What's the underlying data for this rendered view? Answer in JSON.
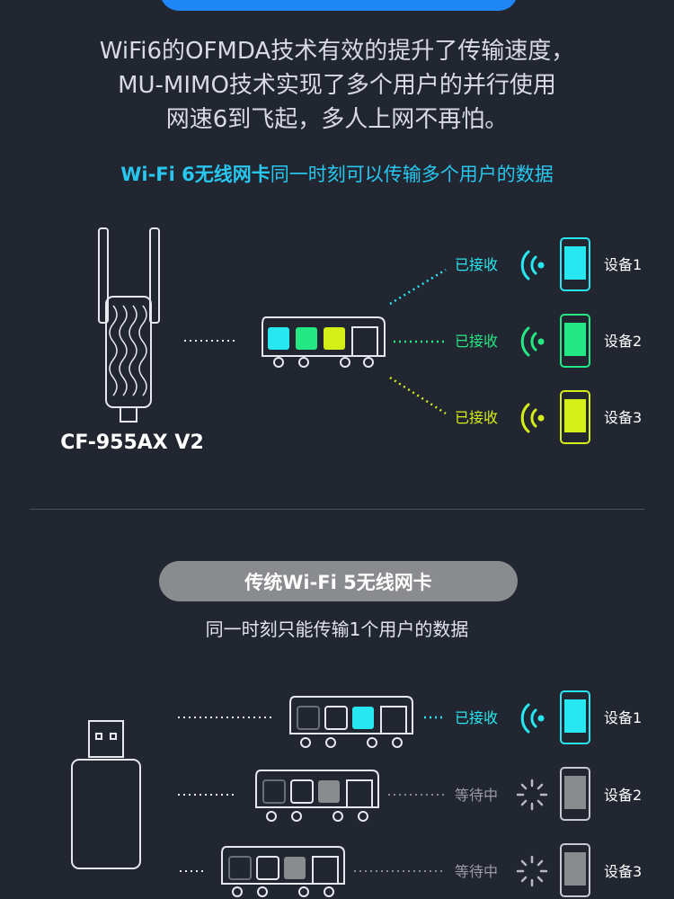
{
  "intro": {
    "line1": "WiFi6的OFMDA技术有效的提升了传输速度，",
    "line2": "MU-MIMO技术实现了多个用户的并行使用",
    "line3": "网速6到飞起，多人上网不再怕。"
  },
  "wifi6": {
    "headline_bold": "Wi-Fi 6无线网卡",
    "headline_rest": "同一时刻可以传输多个用户的数据",
    "model": "CF-955AX V2",
    "status": [
      "已接收",
      "已接收",
      "已接收"
    ],
    "devices": [
      "设备1",
      "设备2",
      "设备3"
    ],
    "colors": [
      "#27e8f0",
      "#23e884",
      "#d4ee17"
    ]
  },
  "wifi5": {
    "pill": "传统Wi-Fi 5无线网卡",
    "subtitle": "同一时刻只能传输1个用户的数据",
    "status": [
      "已接收",
      "等待中",
      "等待中"
    ],
    "devices": [
      "设备1",
      "设备2",
      "设备3"
    ]
  },
  "colors": {
    "background": "#222631",
    "accent_blue": "#1e86f6",
    "headline_cyan": "#27c7ef",
    "grey": "#8a8b8e"
  }
}
